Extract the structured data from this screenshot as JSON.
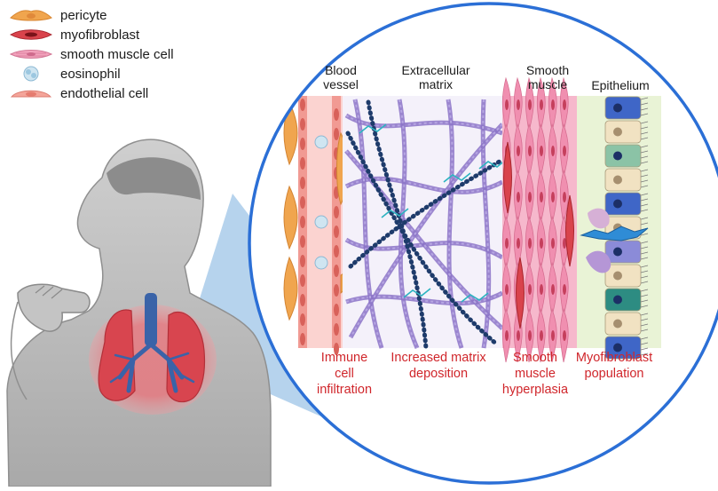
{
  "legend": [
    {
      "label": "pericyte",
      "color": "#f0a54e"
    },
    {
      "label": "myofibroblast",
      "color": "#d9434c"
    },
    {
      "label": "smooth muscle cell",
      "color": "#f3a2bc"
    },
    {
      "label": "eosinophil",
      "color": "#a9cfe2"
    },
    {
      "label": "endothelial cell",
      "color": "#f4a59a"
    }
  ],
  "layers": {
    "blood_vessel": "Blood\nvessel",
    "extracellular_matrix": "Extracellular\nmatrix",
    "smooth_muscle": "Smooth\nmuscle",
    "epithelium": "Epithelium"
  },
  "changes": {
    "immune": "Immune\ncell\ninfiltration",
    "matrix": "Increased matrix\ndeposition",
    "hyperplasia": "Smooth\nmuscle\nhyperplasia",
    "myofibroblast": "Myofibroblast\npopulation"
  },
  "colors": {
    "circle_border": "#2b6fd6",
    "caption_red": "#d0262b",
    "zoom_cone": "#7aaede",
    "lung": "#e3555e",
    "airway": "#3a63a8"
  }
}
